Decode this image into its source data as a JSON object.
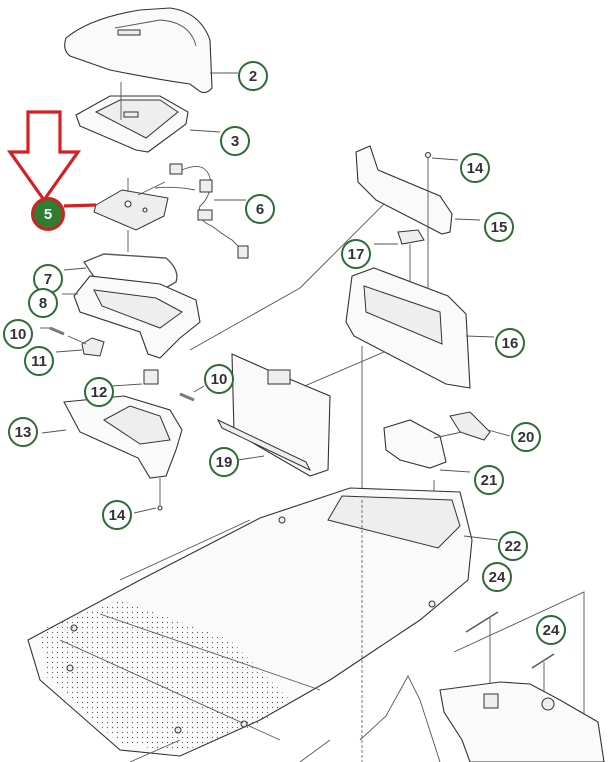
{
  "diagram": {
    "highlight": {
      "label": "5",
      "arrow_color": "#d42020",
      "fill_color": "#2e7d32"
    },
    "callout_color": "#2f6b35",
    "callouts": [
      {
        "label": "2"
      },
      {
        "label": "3"
      },
      {
        "label": "6"
      },
      {
        "label": "7"
      },
      {
        "label": "8"
      },
      {
        "label": "10"
      },
      {
        "label": "11"
      },
      {
        "label": "12"
      },
      {
        "label": "10"
      },
      {
        "label": "13"
      },
      {
        "label": "14"
      },
      {
        "label": "14"
      },
      {
        "label": "15"
      },
      {
        "label": "17"
      },
      {
        "label": "16"
      },
      {
        "label": "19"
      },
      {
        "label": "20"
      },
      {
        "label": "21"
      },
      {
        "label": "22"
      },
      {
        "label": "24"
      },
      {
        "label": "24"
      }
    ]
  }
}
